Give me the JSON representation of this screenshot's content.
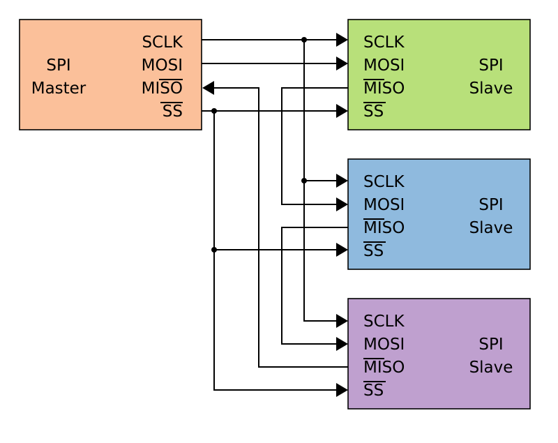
{
  "master": {
    "title_line1": "SPI",
    "title_line2": "Master",
    "color": "#fbc09a",
    "pins": [
      "SCLK",
      "MOSI",
      "MISO",
      "SS"
    ]
  },
  "slaves": [
    {
      "title_line1": "SPI",
      "title_line2": "Slave",
      "color": "#b8e07a",
      "pins": [
        "SCLK",
        "MOSI",
        "MISO",
        "SS"
      ]
    },
    {
      "title_line1": "SPI",
      "title_line2": "Slave",
      "color": "#8fbade",
      "pins": [
        "SCLK",
        "MOSI",
        "MISO",
        "SS"
      ]
    },
    {
      "title_line1": "SPI",
      "title_line2": "Slave",
      "color": "#bfa0cf",
      "pins": [
        "SCLK",
        "MOSI",
        "MISO",
        "SS"
      ]
    }
  ]
}
